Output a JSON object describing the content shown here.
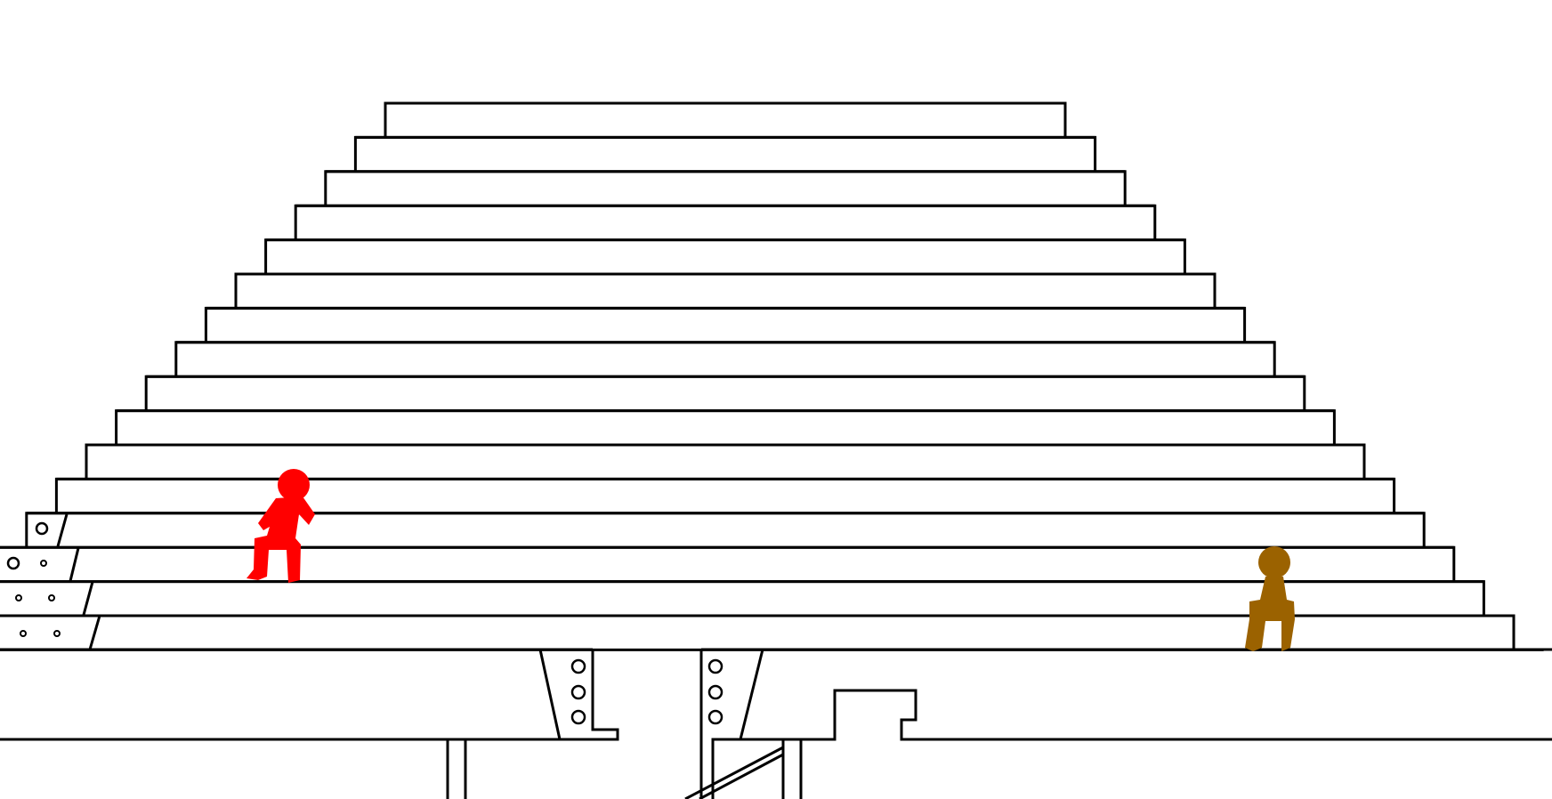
{
  "scene": {
    "background": "#ffffff",
    "line_color": "#000000",
    "step_count": 16
  },
  "characters": {
    "red": {
      "color": "#ff0000",
      "pose": "climbing"
    },
    "brown": {
      "color": "#9b6200",
      "pose": "standing"
    }
  }
}
